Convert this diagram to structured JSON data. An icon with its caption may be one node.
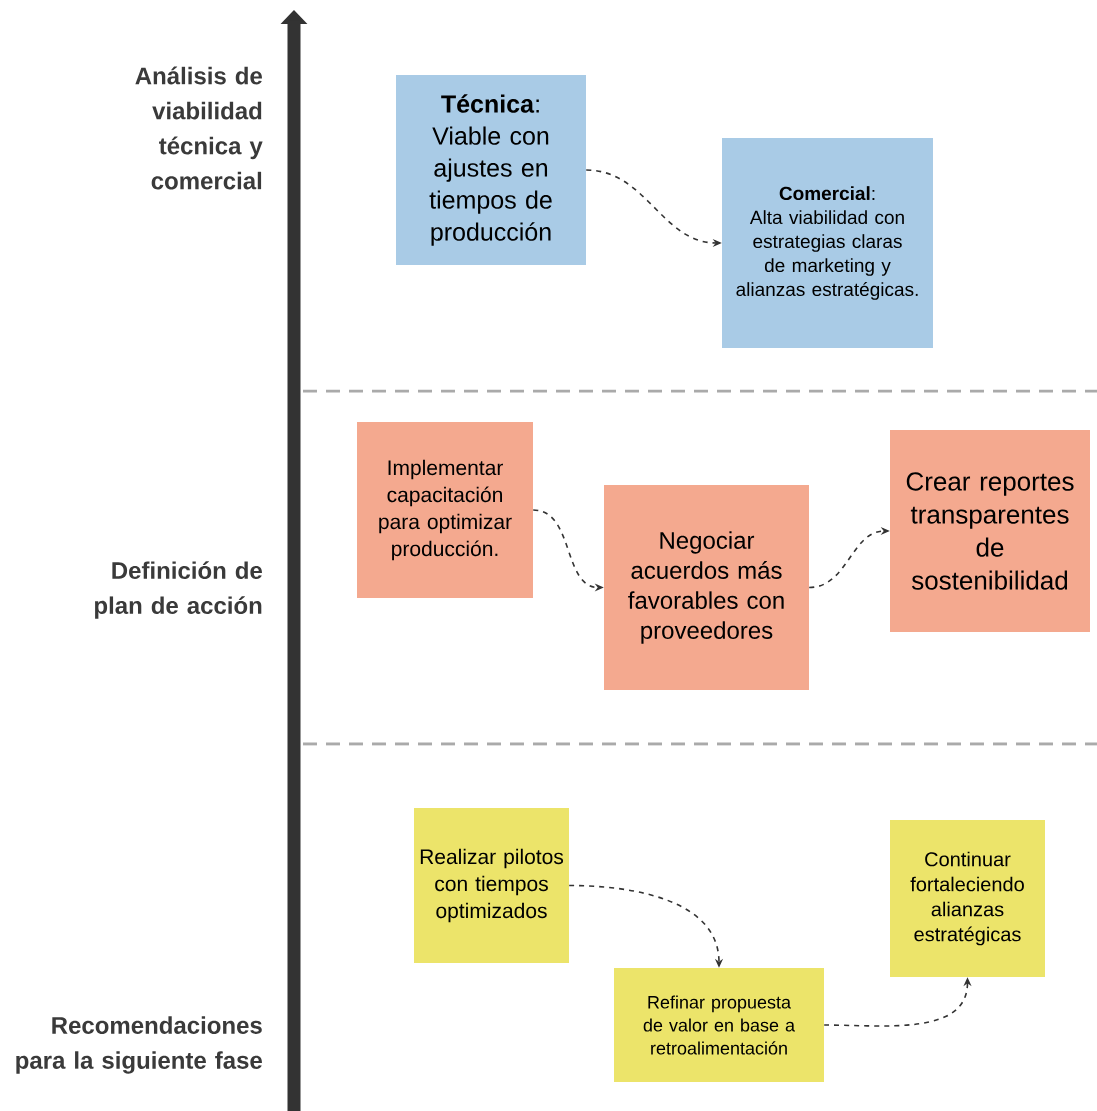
{
  "diagram": {
    "nodes": [
      {
        "text": [
          "**Técnica**:",
          "Viable con ajustes en tiempos de producción"
        ]
      },
      {
        "text": [
          "**Comercial**:",
          "Alta viabilidad con estrategias claras de marketing y alianzas estratégicas."
        ]
      },
      {
        "text": [
          "Implementar capacitación para optimizar producción."
        ]
      },
      {
        "text": [
          "Negociar acuerdos más favorables con proveedores"
        ]
      },
      {
        "text": [
          "Crear reportes transparentes de sostenibilidad"
        ]
      },
      {
        "text": [
          "Realizar pilotos con tiempos optimizados"
        ]
      },
      {
        "text": [
          "Refinar propuesta de valor en base a retroalimentación"
        ]
      },
      {
        "text": [
          "Continuar fortaleciendo alianzas estratégicas"
        ]
      }
    ],
    "edges": [
      {
        "from": 0,
        "to": 1,
        "arrow": "to",
        "style": "dashed"
      },
      {
        "from": 2,
        "to": 3,
        "arrow": "to",
        "style": "dashed"
      },
      {
        "from": 3,
        "to": 4,
        "arrow": "to",
        "style": "dashed"
      },
      {
        "from": 5,
        "to": 6,
        "arrow": "to",
        "style": "dashed"
      },
      {
        "from": 6,
        "to": 7,
        "arrow": "to",
        "style": "dashed"
      }
    ],
    "labels": [
      "Análisis de viabilidad técnica y comercial",
      "Definición de plan de acción",
      "Recomendaciones para la siguiente fase"
    ]
  }
}
